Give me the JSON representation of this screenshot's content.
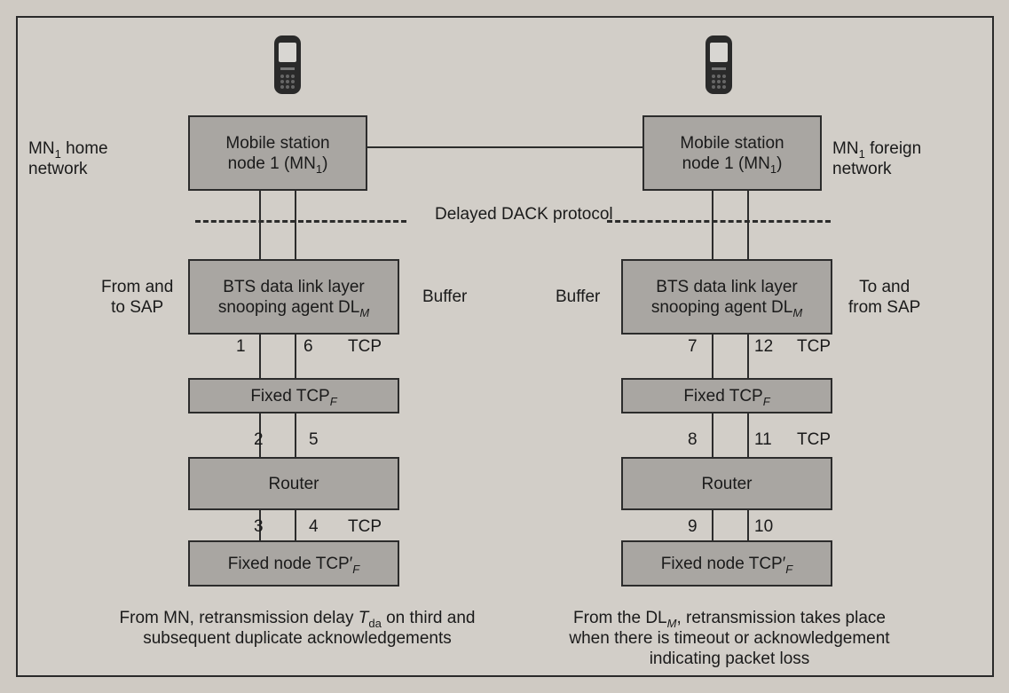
{
  "diagram": {
    "left_column": {
      "mobile_box": {
        "line1": "Mobile station",
        "line2_pre": "node 1 (MN",
        "line2_sub": "1",
        "line2_post": ")"
      },
      "side_label": {
        "line1_pre": "MN",
        "line1_sub": "1",
        "line1_post": " home",
        "line2": "network"
      },
      "bts_box": {
        "line1": "BTS data link layer",
        "line2_pre": "snooping agent DL",
        "line2_sub": "M"
      },
      "sap_label": {
        "line1": "From and",
        "line2": "to SAP"
      },
      "buffer_label": "Buffer",
      "numbers_top": [
        "1",
        "6"
      ],
      "tcp_top": "TCP",
      "fixed_box": {
        "pre": "Fixed TCP",
        "sub": "F"
      },
      "numbers_mid": [
        "2",
        "5"
      ],
      "router_box": "Router",
      "numbers_low": [
        "3",
        "4"
      ],
      "tcp_low": "TCP",
      "fixed_node_box": {
        "pre": "Fixed node TCP",
        "prime": "′",
        "sub": "F"
      },
      "caption_line1_pre": "From MN, retransmission delay ",
      "caption_line1_T": "T",
      "caption_line1_sub": "da",
      "caption_line1_post": " on third and",
      "caption_line2": "subsequent duplicate acknowledgements"
    },
    "right_column": {
      "mobile_box": {
        "line1": "Mobile station",
        "line2_pre": "node 1 (MN",
        "line2_sub": "1",
        "line2_post": ")"
      },
      "side_label": {
        "line1_pre": "MN",
        "line1_sub": "1",
        "line1_post": " foreign",
        "line2": "network"
      },
      "bts_box": {
        "line1": "BTS data link layer",
        "line2_pre": "snooping agent DL",
        "line2_sub": "M"
      },
      "sap_label": {
        "line1": "To and",
        "line2": "from SAP"
      },
      "buffer_label": "Buffer",
      "numbers_top": [
        "7",
        "12"
      ],
      "tcp_top": "TCP",
      "fixed_box": {
        "pre": "Fixed TCP",
        "sub": "F"
      },
      "numbers_mid": [
        "8",
        "11"
      ],
      "tcp_mid": "TCP",
      "router_box": "Router",
      "numbers_low": [
        "9",
        "10"
      ],
      "fixed_node_box": {
        "pre": "Fixed node TCP",
        "prime": "′",
        "sub": "F"
      },
      "caption_line1_pre": "From the DL",
      "caption_line1_sub": "M",
      "caption_line1_post": ", retransmission takes place",
      "caption_line2": "when there is timeout or acknowledgement",
      "caption_line3": "indicating packet loss"
    },
    "center_label": "Delayed DACK protocol"
  },
  "icons": {
    "phone": "mobile-phone-icon"
  },
  "colors": {
    "box_fill": "#a9a6a2",
    "border": "#2c2c2c",
    "page": "#cfcac3"
  }
}
